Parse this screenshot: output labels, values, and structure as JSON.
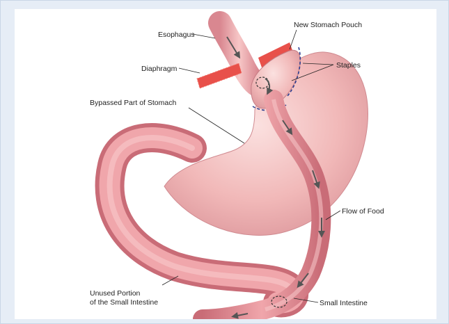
{
  "labels": {
    "esophagus": "Esophagus",
    "new_pouch": "New Stomach Pouch",
    "diaphragm": "Diaphragm",
    "staples": "Staples",
    "bypassed": "Bypassed Part of Stomach",
    "flow": "Flow of Food",
    "unused_1": "Unused Portion",
    "unused_2": "of the Small Intestine",
    "small_intestine": "Small Intestine"
  },
  "colors": {
    "stomach": "#f1b8b8",
    "stomach_shadow": "#d98e93",
    "intestine": "#e89aa0",
    "intestine_dark": "#c96c77",
    "diaphragm": "#e8504a",
    "staples": "#2a3d8f",
    "arrow": "#555555"
  }
}
